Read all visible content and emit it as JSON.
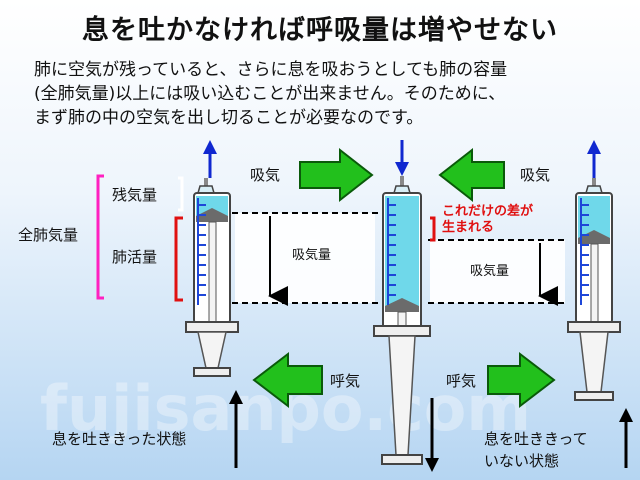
{
  "title": "息を吐かなければ呼吸量は増やせない",
  "intro_lines": [
    "肺に空気が残っていると、さらに息を吸おうとしても肺の容量",
    "(全肺気量)以上には吸い込むことが出来ません。そのために、",
    "まず肺の中の空気を出し切ることが必要なのです。"
  ],
  "labels": {
    "residual": "残気量",
    "vital": "肺活量",
    "total": "全肺気量",
    "inhale_left": "吸気",
    "inhale_right": "吸気",
    "exhale_left": "呼気",
    "exhale_right": "呼気",
    "tidal_left": "吸気量",
    "tidal_right": "吸気量",
    "difference_line1": "これだけの差が",
    "difference_line2": "生まれる",
    "state_left": "息を吐ききった状態",
    "state_right_line1": "息を吐ききって",
    "state_right_line2": "いない状態"
  },
  "watermark": "fujisanpo.com",
  "colors": {
    "arrow_green": "#22c01c",
    "arrow_dark_outline": "#0a5a0a",
    "fluid": "#6fd8ea",
    "plunger": "#6b6b6b",
    "scale_blue": "#1e46d8",
    "bracket_magenta": "#ff20c0",
    "bracket_red": "#e01010",
    "vertical_arrow_blue": "#1028d0"
  }
}
